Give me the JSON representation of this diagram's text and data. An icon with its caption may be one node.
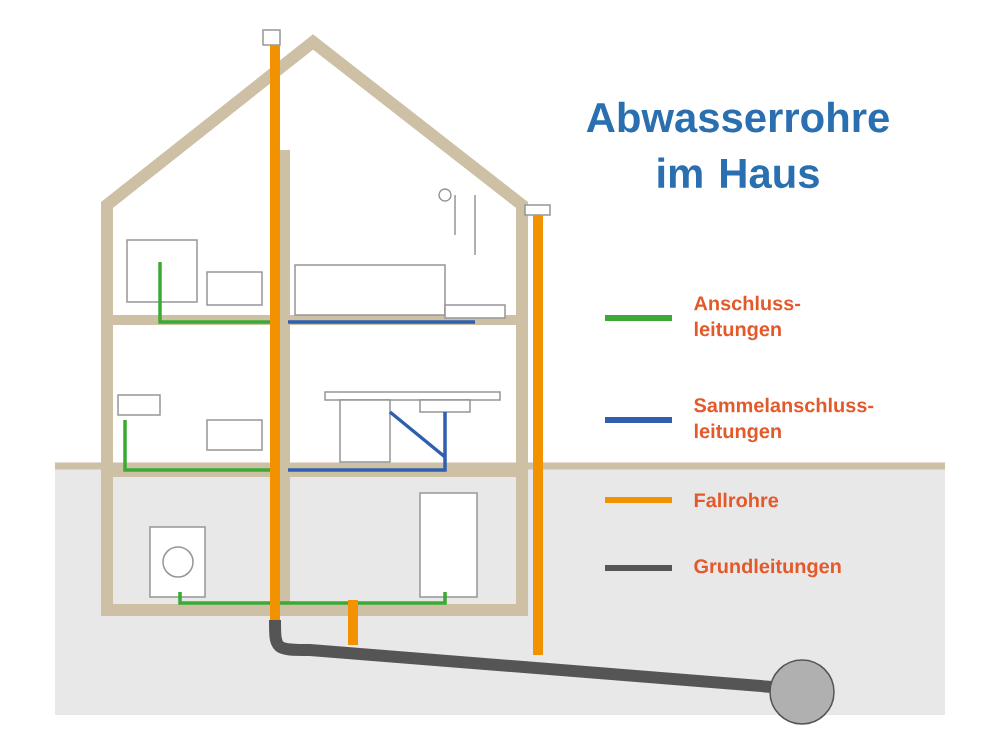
{
  "diagram": {
    "title": "Abwasserrohre im Haus",
    "legend": [
      {
        "text": "Anschluss- leitungen",
        "color": "#3aaa35"
      },
      {
        "text": "Sammelanschluss- leitungen",
        "color": "#2f5fae"
      },
      {
        "text": "Fallrohre",
        "color": "#f39200"
      },
      {
        "text": "Grundleitungen",
        "color": "#555555"
      }
    ]
  }
}
